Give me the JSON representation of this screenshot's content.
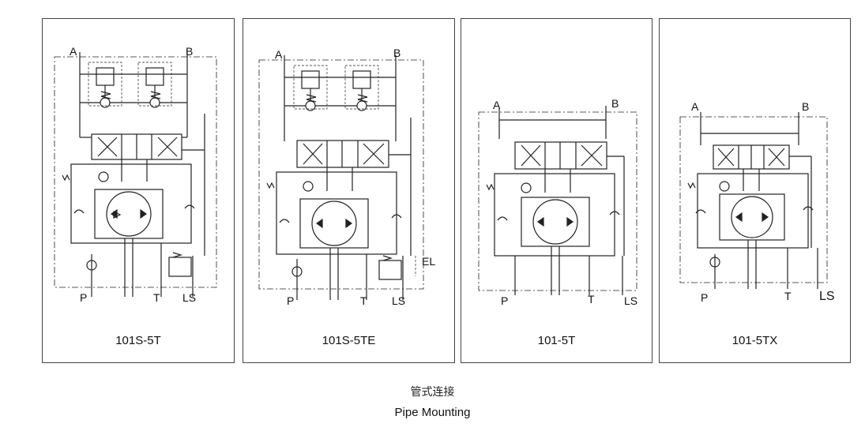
{
  "panels": [
    {
      "title": "101S-5T",
      "ports": {
        "a": "A",
        "b": "B",
        "p": "P",
        "t": "T",
        "ls": "LS"
      }
    },
    {
      "title": "101S-5TE",
      "ports": {
        "a": "A",
        "b": "B",
        "p": "P",
        "t": "T",
        "ls": "LS",
        "el": "EL"
      }
    },
    {
      "title": "101-5T",
      "ports": {
        "a": "A",
        "b": "B",
        "p": "P",
        "t": "T",
        "ls": "LS"
      }
    },
    {
      "title": "101-5TX",
      "ports": {
        "a": "A",
        "b": "B",
        "p": "P",
        "t": "T",
        "ls": "LS"
      }
    }
  ],
  "caption": {
    "zh": "管式连接",
    "en": "Pipe Mounting"
  }
}
